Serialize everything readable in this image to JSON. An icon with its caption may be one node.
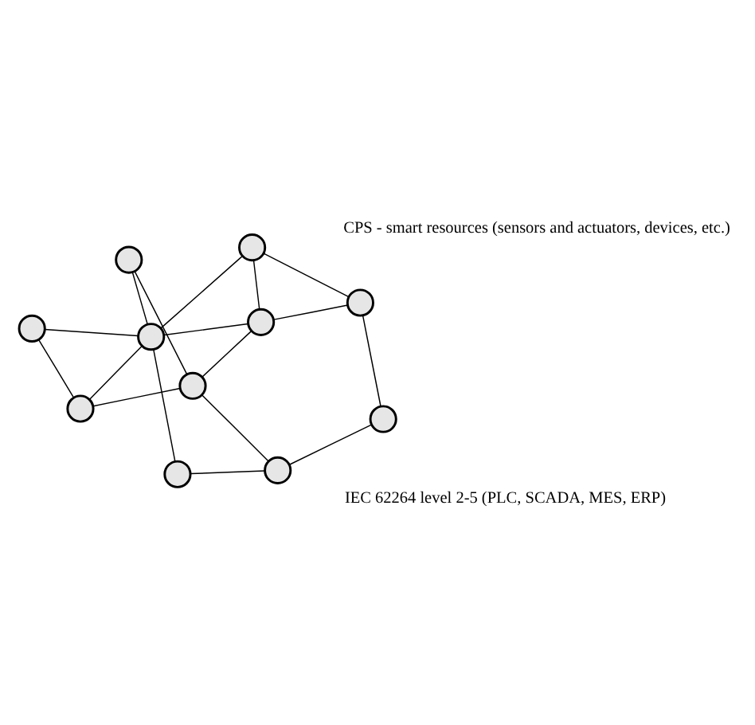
{
  "diagram": {
    "nodes": [
      {
        "text": [],
        "shape": "circle"
      },
      {
        "text": [],
        "shape": "circle"
      },
      {
        "text": [],
        "shape": "circle"
      },
      {
        "text": [],
        "shape": "circle"
      },
      {
        "text": [],
        "shape": "circle"
      },
      {
        "text": [],
        "shape": "circle"
      },
      {
        "text": [],
        "shape": "circle"
      },
      {
        "text": [],
        "shape": "circle"
      },
      {
        "text": [],
        "shape": "circle"
      },
      {
        "text": [],
        "shape": "circle"
      },
      {
        "text": [],
        "shape": "circle"
      }
    ],
    "edges": [
      {
        "from": 2,
        "to": 0,
        "arrow": "none"
      },
      {
        "from": 2,
        "to": 4,
        "arrow": "none"
      },
      {
        "from": 2,
        "to": 8,
        "arrow": "none"
      },
      {
        "from": 0,
        "to": 5,
        "arrow": "none"
      },
      {
        "from": 0,
        "to": 1,
        "arrow": "none"
      },
      {
        "from": 0,
        "to": 7,
        "arrow": "none"
      },
      {
        "from": 1,
        "to": 4,
        "arrow": "none"
      },
      {
        "from": 1,
        "to": 3,
        "arrow": "none"
      },
      {
        "from": 1,
        "to": 6,
        "arrow": "none"
      },
      {
        "from": 3,
        "to": 4,
        "arrow": "none"
      },
      {
        "from": 3,
        "to": 6,
        "arrow": "none"
      },
      {
        "from": 5,
        "to": 4,
        "arrow": "none"
      },
      {
        "from": 4,
        "to": 8,
        "arrow": "none"
      },
      {
        "from": 4,
        "to": 10,
        "arrow": "none"
      },
      {
        "from": 7,
        "to": 10,
        "arrow": "none"
      },
      {
        "from": 7,
        "to": 9,
        "arrow": "none"
      },
      {
        "from": 6,
        "to": 9,
        "arrow": "none"
      }
    ],
    "legend": [
      {
        "text": "CPS - smart resources (sensors and actuators, devices, etc.)"
      },
      {
        "text": "IEC 62264 level 2-5 (PLC, SCADA, MES, ERP)"
      }
    ]
  }
}
